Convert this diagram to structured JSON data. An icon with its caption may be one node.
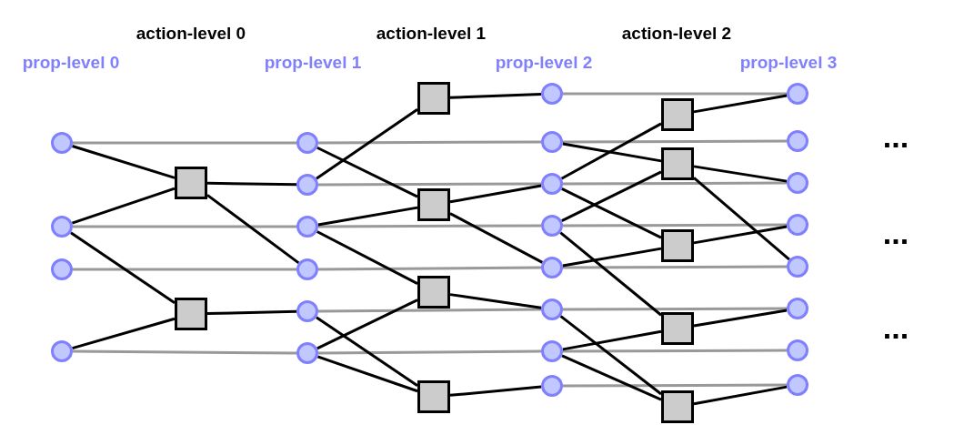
{
  "diagram": {
    "nodes": [
      {
        "text": [],
        "shape": "circle"
      },
      {
        "text": [],
        "shape": "circle"
      },
      {
        "text": [],
        "shape": "circle"
      },
      {
        "text": [],
        "shape": "circle"
      },
      {
        "text": [],
        "shape": "box"
      },
      {
        "text": [],
        "shape": "box"
      },
      {
        "text": [],
        "shape": "circle"
      },
      {
        "text": [],
        "shape": "circle"
      },
      {
        "text": [],
        "shape": "circle"
      },
      {
        "text": [],
        "shape": "circle"
      },
      {
        "text": [],
        "shape": "circle"
      },
      {
        "text": [],
        "shape": "circle"
      },
      {
        "text": [],
        "shape": "box"
      },
      {
        "text": [],
        "shape": "box"
      },
      {
        "text": [],
        "shape": "box"
      },
      {
        "text": [],
        "shape": "box"
      },
      {
        "text": [],
        "shape": "circle"
      },
      {
        "text": [],
        "shape": "circle"
      },
      {
        "text": [],
        "shape": "circle"
      },
      {
        "text": [],
        "shape": "circle"
      },
      {
        "text": [],
        "shape": "circle"
      },
      {
        "text": [],
        "shape": "circle"
      },
      {
        "text": [],
        "shape": "circle"
      },
      {
        "text": [],
        "shape": "circle"
      },
      {
        "text": [],
        "shape": "box"
      },
      {
        "text": [],
        "shape": "box"
      },
      {
        "text": [],
        "shape": "box"
      },
      {
        "text": [],
        "shape": "box"
      },
      {
        "text": [],
        "shape": "box"
      },
      {
        "text": [],
        "shape": "circle"
      },
      {
        "text": [],
        "shape": "circle"
      },
      {
        "text": [],
        "shape": "circle"
      },
      {
        "text": [],
        "shape": "circle"
      },
      {
        "text": [],
        "shape": "circle"
      },
      {
        "text": [],
        "shape": "circle"
      },
      {
        "text": [],
        "shape": "circle"
      },
      {
        "text": [],
        "shape": "circle"
      }
    ],
    "edges": [
      {
        "from": 0,
        "to": 6,
        "arrow": "none",
        "color": "#999999"
      },
      {
        "from": 1,
        "to": 8,
        "arrow": "none",
        "color": "#999999"
      },
      {
        "from": 2,
        "to": 9,
        "arrow": "none",
        "color": "#999999"
      },
      {
        "from": 3,
        "to": 11,
        "arrow": "none",
        "color": "#999999"
      },
      {
        "from": 0,
        "to": 4,
        "arrow": "none"
      },
      {
        "from": 1,
        "to": 4,
        "arrow": "none"
      },
      {
        "from": 1,
        "to": 5,
        "arrow": "none"
      },
      {
        "from": 3,
        "to": 5,
        "arrow": "none"
      },
      {
        "from": 4,
        "to": 7,
        "arrow": "none"
      },
      {
        "from": 4,
        "to": 9,
        "arrow": "none"
      },
      {
        "from": 5,
        "to": 10,
        "arrow": "none"
      },
      {
        "from": 6,
        "to": 17,
        "arrow": "none",
        "color": "#999999"
      },
      {
        "from": 7,
        "to": 18,
        "arrow": "none",
        "color": "#999999"
      },
      {
        "from": 8,
        "to": 19,
        "arrow": "none",
        "color": "#999999"
      },
      {
        "from": 9,
        "to": 20,
        "arrow": "none",
        "color": "#999999"
      },
      {
        "from": 10,
        "to": 21,
        "arrow": "none",
        "color": "#999999"
      },
      {
        "from": 11,
        "to": 22,
        "arrow": "none",
        "color": "#999999"
      },
      {
        "from": 6,
        "to": 13,
        "arrow": "none"
      },
      {
        "from": 7,
        "to": 12,
        "arrow": "none"
      },
      {
        "from": 8,
        "to": 13,
        "arrow": "none"
      },
      {
        "from": 8,
        "to": 14,
        "arrow": "none"
      },
      {
        "from": 10,
        "to": 15,
        "arrow": "none"
      },
      {
        "from": 11,
        "to": 14,
        "arrow": "none"
      },
      {
        "from": 11,
        "to": 15,
        "arrow": "none"
      },
      {
        "from": 12,
        "to": 16,
        "arrow": "none"
      },
      {
        "from": 13,
        "to": 18,
        "arrow": "none"
      },
      {
        "from": 13,
        "to": 20,
        "arrow": "none"
      },
      {
        "from": 14,
        "to": 21,
        "arrow": "none"
      },
      {
        "from": 15,
        "to": 23,
        "arrow": "none"
      },
      {
        "from": 16,
        "to": 29,
        "arrow": "none",
        "color": "#999999"
      },
      {
        "from": 17,
        "to": 30,
        "arrow": "none",
        "color": "#999999"
      },
      {
        "from": 18,
        "to": 31,
        "arrow": "none",
        "color": "#999999"
      },
      {
        "from": 19,
        "to": 32,
        "arrow": "none",
        "color": "#999999"
      },
      {
        "from": 20,
        "to": 33,
        "arrow": "none",
        "color": "#999999"
      },
      {
        "from": 21,
        "to": 34,
        "arrow": "none",
        "color": "#999999"
      },
      {
        "from": 22,
        "to": 35,
        "arrow": "none",
        "color": "#999999"
      },
      {
        "from": 23,
        "to": 36,
        "arrow": "none",
        "color": "#999999"
      },
      {
        "from": 17,
        "to": 25,
        "arrow": "none"
      },
      {
        "from": 18,
        "to": 24,
        "arrow": "none"
      },
      {
        "from": 18,
        "to": 26,
        "arrow": "none"
      },
      {
        "from": 19,
        "to": 25,
        "arrow": "none"
      },
      {
        "from": 19,
        "to": 27,
        "arrow": "none"
      },
      {
        "from": 20,
        "to": 26,
        "arrow": "none"
      },
      {
        "from": 21,
        "to": 28,
        "arrow": "none"
      },
      {
        "from": 22,
        "to": 27,
        "arrow": "none"
      },
      {
        "from": 22,
        "to": 28,
        "arrow": "none"
      },
      {
        "from": 24,
        "to": 29,
        "arrow": "none"
      },
      {
        "from": 25,
        "to": 31,
        "arrow": "none"
      },
      {
        "from": 25,
        "to": 33,
        "arrow": "none"
      },
      {
        "from": 26,
        "to": 32,
        "arrow": "none"
      },
      {
        "from": 27,
        "to": 34,
        "arrow": "none"
      },
      {
        "from": 28,
        "to": 36,
        "arrow": "none"
      }
    ],
    "labels": [
      "action-level 0",
      "action-level 1",
      "action-level 2",
      "prop-level 0",
      "prop-level 1",
      "prop-level 2",
      "prop-level 3",
      "...",
      "...",
      "..."
    ]
  }
}
